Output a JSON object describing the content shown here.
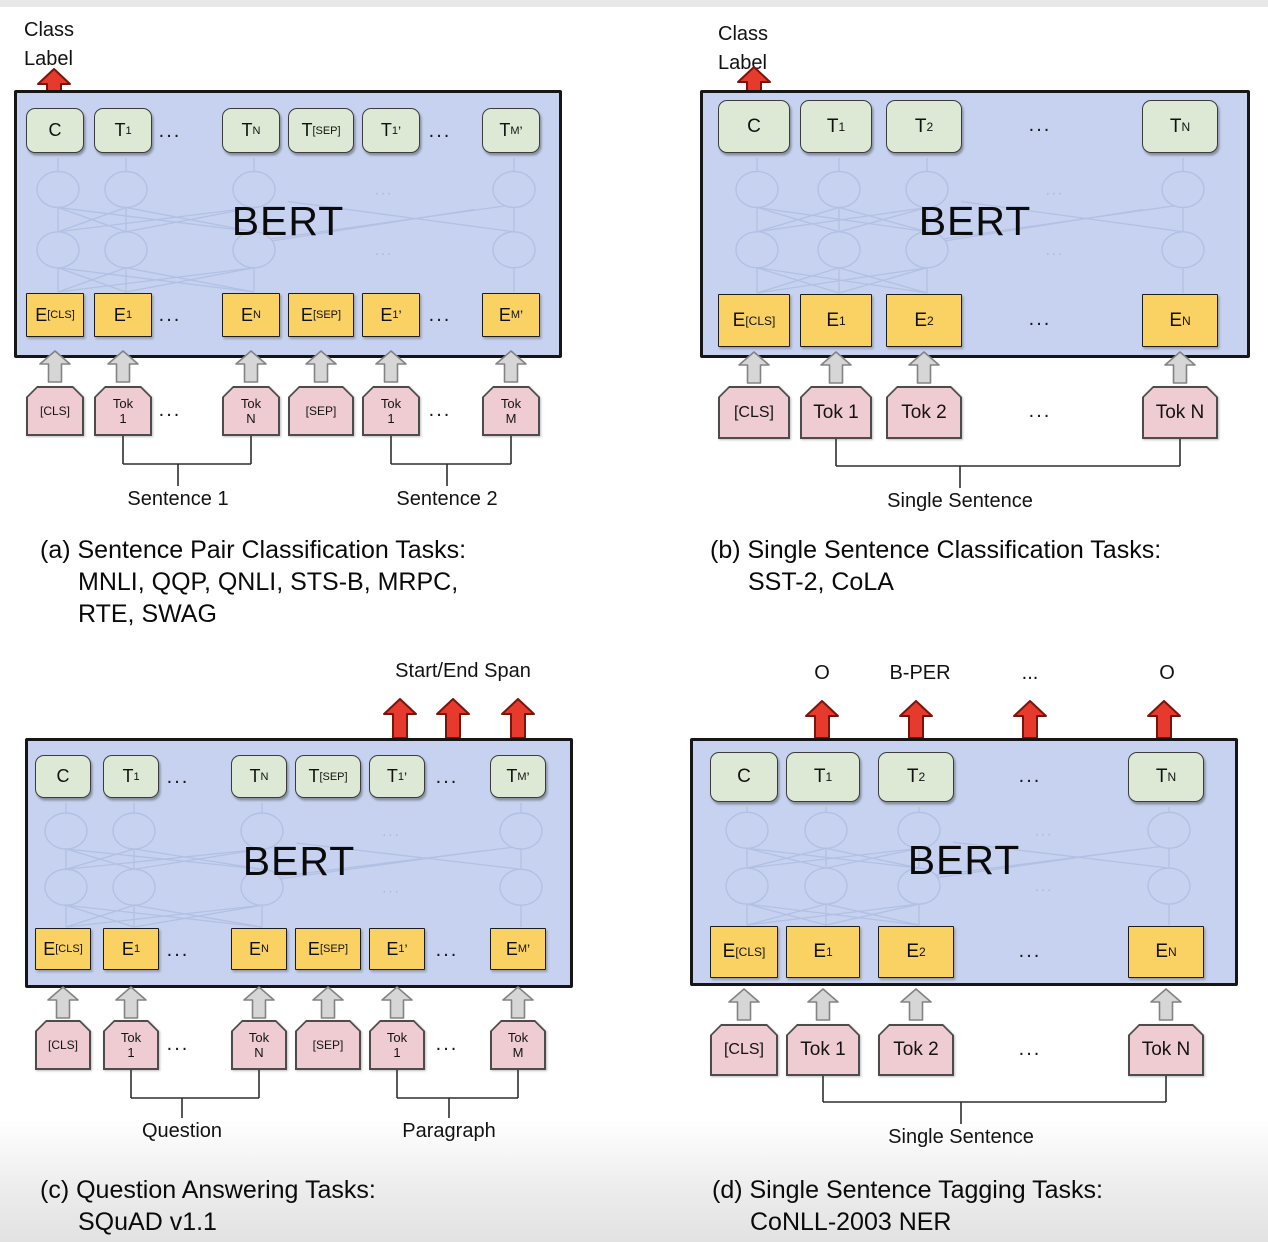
{
  "colors": {
    "bert_box_fill": "#c6d2ef",
    "bert_box_border": "#161616",
    "output_box_fill": "#dde9d5",
    "embedding_box_fill": "#fad264",
    "token_box_fill": "#eeccd2",
    "red_arrow_fill": "#e63b2c",
    "gray_arrow_fill": "#d6d6d6",
    "network_stroke": "#b2c0e4"
  },
  "panels": [
    {
      "id": "a",
      "type": "pair",
      "top_label_lines": [
        "Class",
        "Label"
      ],
      "bert_label": "BERT",
      "outputs": [
        {
          "main": "C"
        },
        {
          "main": "T",
          "sub": "1"
        },
        {
          "dots": "..."
        },
        {
          "main": "T",
          "sub": "N"
        },
        {
          "main": "T",
          "sub": "[SEP]"
        },
        {
          "main": "T",
          "sub": "1",
          "prime": "’"
        },
        {
          "dots": "..."
        },
        {
          "main": "T",
          "sub": "M",
          "prime": "’"
        }
      ],
      "embeddings": [
        {
          "main": "E",
          "sub": "[CLS]"
        },
        {
          "main": "E",
          "sub": "1"
        },
        {
          "dots": "..."
        },
        {
          "main": "E",
          "sub": "N"
        },
        {
          "main": "E",
          "sub": "[SEP]"
        },
        {
          "main": "E",
          "sub": "1",
          "prime": "’"
        },
        {
          "dots": "..."
        },
        {
          "main": "E",
          "sub": "M",
          "prime": "’"
        }
      ],
      "tokens": [
        {
          "small": "[CLS]"
        },
        {
          "lines": [
            "Tok",
            "1"
          ]
        },
        {
          "dots": "..."
        },
        {
          "lines": [
            "Tok",
            "N"
          ]
        },
        {
          "small": "[SEP]"
        },
        {
          "lines": [
            "Tok",
            "1"
          ]
        },
        {
          "dots": "..."
        },
        {
          "lines": [
            "Tok",
            "M"
          ]
        }
      ],
      "groups": [
        {
          "label": "Sentence 1"
        },
        {
          "label": "Sentence 2"
        }
      ],
      "caption_lines": [
        "(a) Sentence Pair Classification Tasks:",
        "MNLI, QQP, QNLI, STS-B, MRPC,",
        "RTE, SWAG"
      ]
    },
    {
      "id": "b",
      "type": "single",
      "top_label_lines": [
        "Class",
        "Label"
      ],
      "bert_label": "BERT",
      "outputs": [
        {
          "main": "C"
        },
        {
          "main": "T",
          "sub": "1"
        },
        {
          "main": "T",
          "sub": "2"
        },
        {
          "dots": "..."
        },
        {
          "main": "T",
          "sub": "N"
        }
      ],
      "embeddings": [
        {
          "main": "E",
          "sub": "[CLS]"
        },
        {
          "main": "E",
          "sub": "1"
        },
        {
          "main": "E",
          "sub": "2"
        },
        {
          "dots": "..."
        },
        {
          "main": "E",
          "sub": "N"
        }
      ],
      "tokens": [
        {
          "small": "[CLS]"
        },
        {
          "text": "Tok 1"
        },
        {
          "text": "Tok 2"
        },
        {
          "dots": "..."
        },
        {
          "text": "Tok N"
        }
      ],
      "groups": [
        {
          "label": "Single Sentence"
        }
      ],
      "caption_lines": [
        "(b) Single Sentence Classification Tasks:",
        "SST-2, CoLA"
      ]
    },
    {
      "id": "c",
      "type": "pair",
      "span_label": "Start/End Span",
      "bert_label": "BERT",
      "outputs": [
        {
          "main": "C"
        },
        {
          "main": "T",
          "sub": "1"
        },
        {
          "dots": "..."
        },
        {
          "main": "T",
          "sub": "N"
        },
        {
          "main": "T",
          "sub": "[SEP]"
        },
        {
          "main": "T",
          "sub": "1",
          "prime": "’"
        },
        {
          "dots": "..."
        },
        {
          "main": "T",
          "sub": "M",
          "prime": "’"
        }
      ],
      "embeddings": [
        {
          "main": "E",
          "sub": "[CLS]"
        },
        {
          "main": "E",
          "sub": "1"
        },
        {
          "dots": "..."
        },
        {
          "main": "E",
          "sub": "N"
        },
        {
          "main": "E",
          "sub": "[SEP]"
        },
        {
          "main": "E",
          "sub": "1",
          "prime": "’"
        },
        {
          "dots": "..."
        },
        {
          "main": "E",
          "sub": "M",
          "prime": "’"
        }
      ],
      "tokens": [
        {
          "small": "[CLS]"
        },
        {
          "lines": [
            "Tok",
            "1"
          ]
        },
        {
          "dots": "..."
        },
        {
          "lines": [
            "Tok",
            "N"
          ]
        },
        {
          "small": "[SEP]"
        },
        {
          "lines": [
            "Tok",
            "1"
          ]
        },
        {
          "dots": "..."
        },
        {
          "lines": [
            "Tok",
            "M"
          ]
        }
      ],
      "groups": [
        {
          "label": "Question"
        },
        {
          "label": "Paragraph"
        }
      ],
      "caption_lines": [
        "(c) Question Answering Tasks:",
        "SQuAD v1.1"
      ]
    },
    {
      "id": "d",
      "type": "single",
      "tags": [
        "O",
        "B-PER",
        "...",
        "O"
      ],
      "bert_label": "BERT",
      "outputs": [
        {
          "main": "C"
        },
        {
          "main": "T",
          "sub": "1"
        },
        {
          "main": "T",
          "sub": "2"
        },
        {
          "dots": "..."
        },
        {
          "main": "T",
          "sub": "N"
        }
      ],
      "embeddings": [
        {
          "main": "E",
          "sub": "[CLS]"
        },
        {
          "main": "E",
          "sub": "1"
        },
        {
          "main": "E",
          "sub": "2"
        },
        {
          "dots": "..."
        },
        {
          "main": "E",
          "sub": "N"
        }
      ],
      "tokens": [
        {
          "small": "[CLS]"
        },
        {
          "text": "Tok 1"
        },
        {
          "text": "Tok 2"
        },
        {
          "dots": "..."
        },
        {
          "text": "Tok N"
        }
      ],
      "groups": [
        {
          "label": "Single Sentence"
        }
      ],
      "caption_lines": [
        "(d) Single Sentence Tagging Tasks:",
        "CoNLL-2003 NER"
      ]
    }
  ]
}
